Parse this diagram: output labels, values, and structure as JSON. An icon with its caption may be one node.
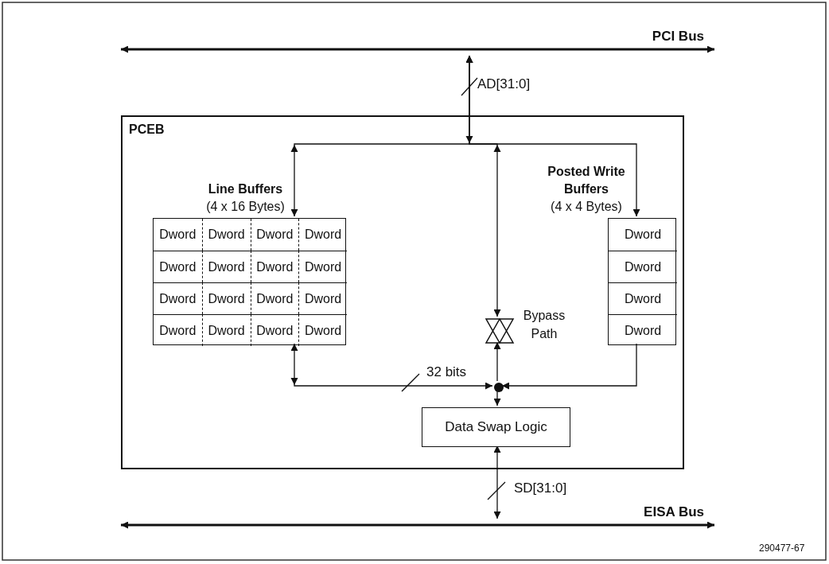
{
  "diagram": {
    "nodes": [
      {
        "text": [
          "PCI Bus"
        ]
      },
      {
        "text": [
          "PCEB"
        ]
      },
      {
        "text": [
          "Line Buffers",
          "(4 x 16 Bytes)"
        ],
        "in": 1
      },
      {
        "text": [
          "Dword"
        ],
        "in": 2
      },
      {
        "text": [
          "Dword"
        ],
        "in": 2
      },
      {
        "text": [
          "Dword"
        ],
        "in": 2
      },
      {
        "text": [
          "Dword"
        ],
        "in": 2
      },
      {
        "text": [
          "Dword"
        ],
        "in": 2
      },
      {
        "text": [
          "Dword"
        ],
        "in": 2
      },
      {
        "text": [
          "Dword"
        ],
        "in": 2
      },
      {
        "text": [
          "Dword"
        ],
        "in": 2
      },
      {
        "text": [
          "Dword"
        ],
        "in": 2
      },
      {
        "text": [
          "Dword"
        ],
        "in": 2
      },
      {
        "text": [
          "Dword"
        ],
        "in": 2
      },
      {
        "text": [
          "Dword"
        ],
        "in": 2
      },
      {
        "text": [
          "Dword"
        ],
        "in": 2
      },
      {
        "text": [
          "Dword"
        ],
        "in": 2
      },
      {
        "text": [
          "Dword"
        ],
        "in": 2
      },
      {
        "text": [
          "Dword"
        ],
        "in": 2
      },
      {
        "text": [
          "Posted Write Buffers",
          "(4 x 4 Bytes)"
        ],
        "in": 1
      },
      {
        "text": [
          "Dword"
        ],
        "in": 19
      },
      {
        "text": [
          "Dword"
        ],
        "in": 19
      },
      {
        "text": [
          "Dword"
        ],
        "in": 19
      },
      {
        "text": [
          "Dword"
        ],
        "in": 19
      },
      {
        "text": [],
        "shape": "triangle",
        "beside": [
          "Bypass Path"
        ],
        "in": 1
      },
      {
        "text": [],
        "shape": "circle",
        "in": 1
      },
      {
        "text": [
          "Data Swap Logic"
        ],
        "in": 1
      },
      {
        "text": [
          "EISA Bus"
        ]
      }
    ],
    "edges": [
      {
        "from": 0,
        "to": 2,
        "arrow": "both"
      },
      {
        "from": 0,
        "to": 19,
        "arrow": "both"
      },
      {
        "from": 0,
        "to": 24,
        "arrow": "both"
      },
      {
        "from": 2,
        "to": 25,
        "arrow": "both"
      },
      {
        "from": 19,
        "to": 25,
        "arrow": "to"
      },
      {
        "from": 25,
        "to": 24,
        "arrow": "to"
      },
      {
        "from": 25,
        "to": 26,
        "arrow": "to"
      },
      {
        "from": 27,
        "to": 26,
        "arrow": "both",
        "label": "SD[31:0]"
      }
    ],
    "labels": [
      "AD[31:0]",
      "32 bits",
      "290477-67"
    ]
  }
}
